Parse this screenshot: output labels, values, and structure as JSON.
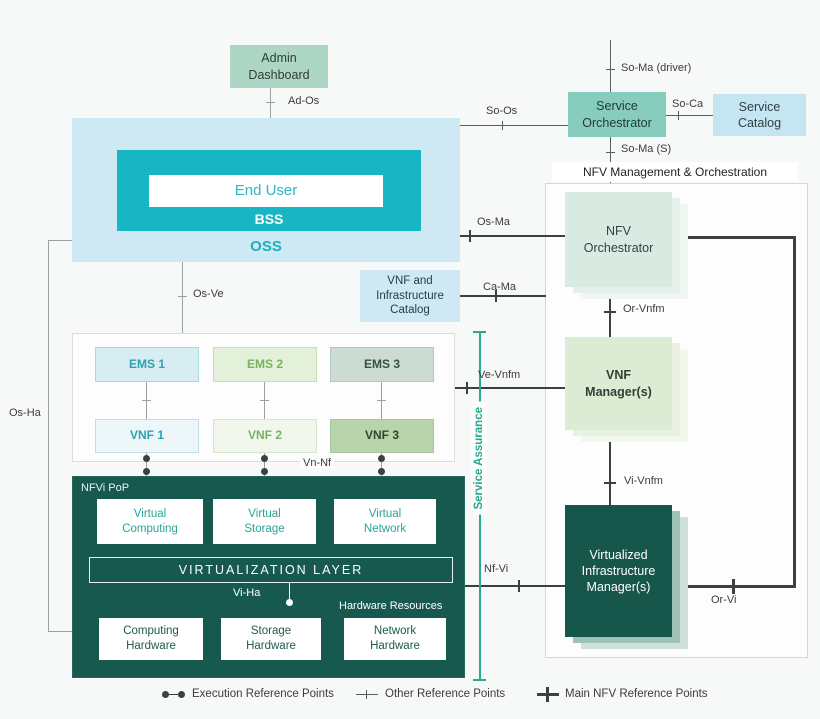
{
  "colors": {
    "canvas-bg": "#f7f8f8",
    "teal": "#18b6c3",
    "dark-teal": "#17594e",
    "sage": "#aed6c5",
    "sea-green": "#87ccbd",
    "light-blue": "#cfe9f4",
    "mint": "#d8eae1",
    "light-green": "#dcebd3",
    "assurance-teal": "#2aa98e",
    "line-gray": "#9aa3a3",
    "line-mid": "#555f5c",
    "line-dark": "#3b413f"
  },
  "nodes": {
    "admin_dashboard": "Admin Dashboard",
    "oss": "OSS",
    "bss": "BSS",
    "end_user": "End User",
    "service_orchestrator": "Service Orchestrator",
    "service_catalog": "Service Catalog",
    "nfv_orchestrator": "NFV Orchestrator",
    "vnf_managers": "VNF Manager(s)",
    "vim": "Virtualized Infrastructure Manager(s)",
    "vnf_catalog": "VNF and Infrastructure Catalog",
    "ems": [
      "EMS 1",
      "EMS 2",
      "EMS 3"
    ],
    "vnf": [
      "VNF 1",
      "VNF 2",
      "VNF 3"
    ],
    "nfvi_pop": "NFVi PoP",
    "virtual": [
      "Virtual Computing",
      "Virtual Storage",
      "Virtual Network"
    ],
    "virtualization_layer": "VIRTUALIZATION LAYER",
    "hardware_resources": "Hardware Resources",
    "hardware": [
      "Computing Hardware",
      "Storage Hardware",
      "Network Hardware"
    ],
    "service_assurance": "Service Assurance"
  },
  "section_titles": {
    "mano": "NFV Management & Orchestration"
  },
  "reference_points": {
    "ad_os": "Ad-Os",
    "so_os": "So-Os",
    "so_ma_driver": "So-Ma (driver)",
    "so_ca": "So-Ca",
    "so_ma_s": "So-Ma (S)",
    "os_ma": "Os-Ma",
    "ca_ma": "Ca-Ma",
    "or_vnfm": "Or-Vnfm",
    "os_ve": "Os-Ve",
    "ve_vnfm": "Ve-Vnfm",
    "vi_vnfm": "Vi-Vnfm",
    "os_ha": "Os-Ha",
    "vn_nf": "Vn-Nf",
    "vi_ha": "Vi-Ha",
    "nf_vi": "Nf-Vi",
    "or_vi": "Or-Vi"
  },
  "legend": {
    "execution": "Execution Reference Points",
    "other": "Other Reference Points",
    "main": "Main NFV Reference Points"
  }
}
